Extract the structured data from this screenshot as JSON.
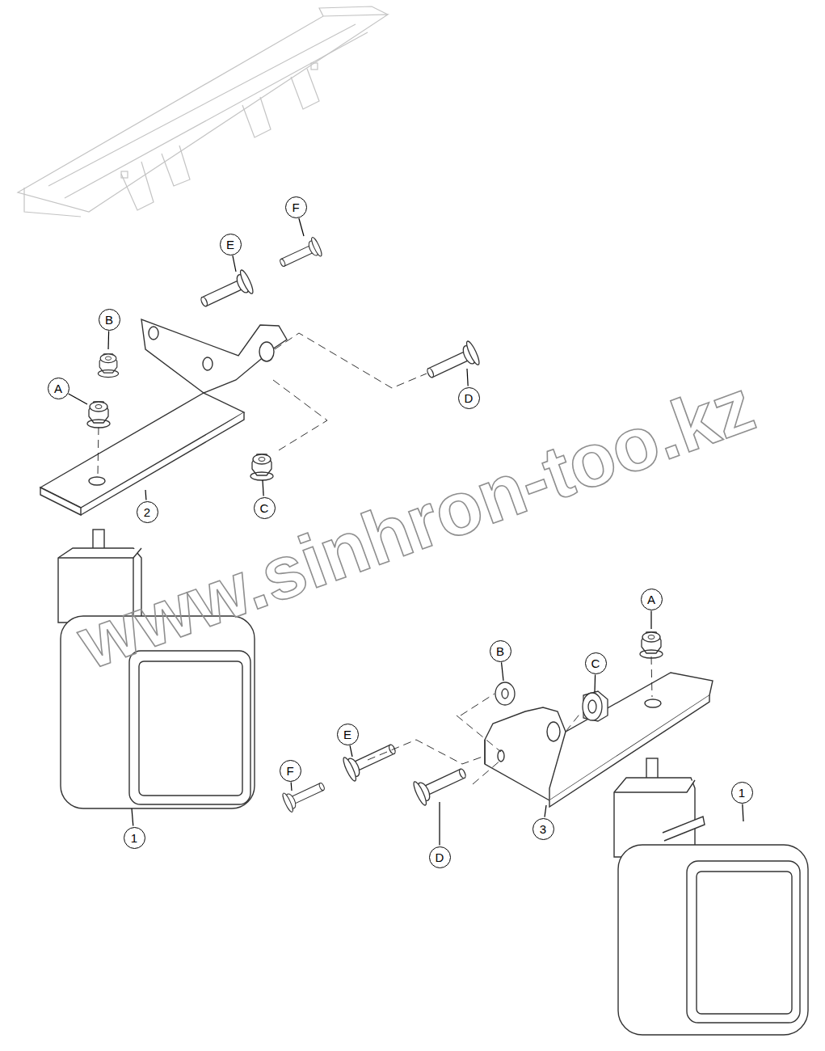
{
  "diagram": {
    "nodes": [
      {
        "text": [
          "F"
        ]
      },
      {
        "text": [
          "E"
        ]
      },
      {
        "text": [
          "B"
        ]
      },
      {
        "text": [
          "A"
        ]
      },
      {
        "text": [
          "D"
        ]
      },
      {
        "text": [
          "C"
        ]
      },
      {
        "text": [
          "2"
        ]
      },
      {
        "text": [
          "A"
        ]
      },
      {
        "text": [
          "B"
        ]
      },
      {
        "text": [
          "C"
        ]
      },
      {
        "text": [
          "E"
        ]
      },
      {
        "text": [
          "F"
        ]
      },
      {
        "text": [
          "1"
        ]
      },
      {
        "text": [
          "3"
        ]
      },
      {
        "text": [
          "1"
        ]
      },
      {
        "text": [
          "D"
        ]
      }
    ],
    "labels": [
      "www.sinhron-too.kz"
    ]
  }
}
